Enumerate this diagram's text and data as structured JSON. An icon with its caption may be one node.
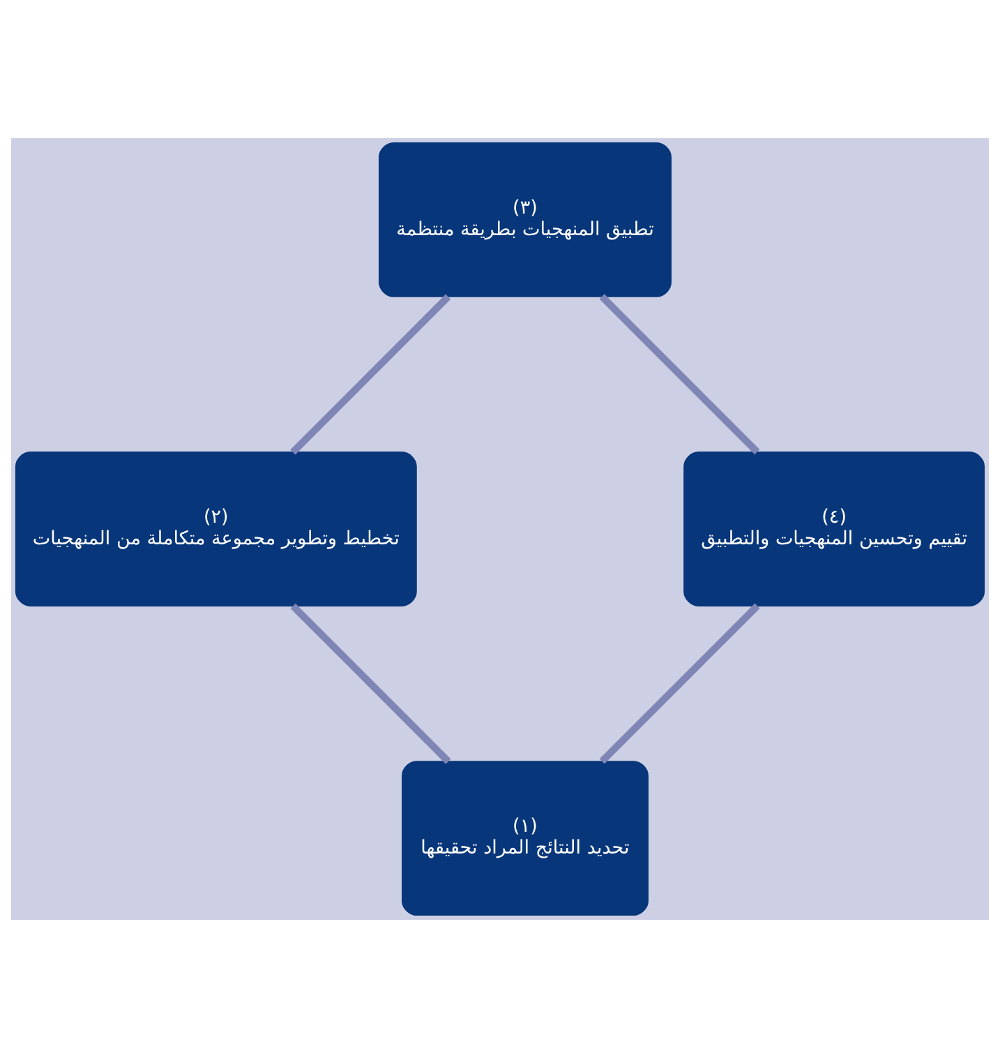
{
  "diagram": {
    "nodes": [
      {
        "text": [
          "(١)",
          "تحديد النتائج المراد تحقيقها"
        ]
      },
      {
        "text": [
          "(٢)",
          "تخطيط وتطوير مجموعة متكاملة من المنهجيات"
        ]
      },
      {
        "text": [
          "(٣)",
          "تطبيق المنهجيات بطريقة منتظمة"
        ]
      },
      {
        "text": [
          "(٤)",
          "تقييم وتحسين المنهجيات والتطبيق"
        ]
      }
    ],
    "edges": [
      {
        "from": 0,
        "to": 1,
        "arrow": "none"
      },
      {
        "from": 1,
        "to": 2,
        "arrow": "none"
      },
      {
        "from": 2,
        "to": 3,
        "arrow": "none"
      },
      {
        "from": 3,
        "to": 0,
        "arrow": "none"
      }
    ]
  }
}
